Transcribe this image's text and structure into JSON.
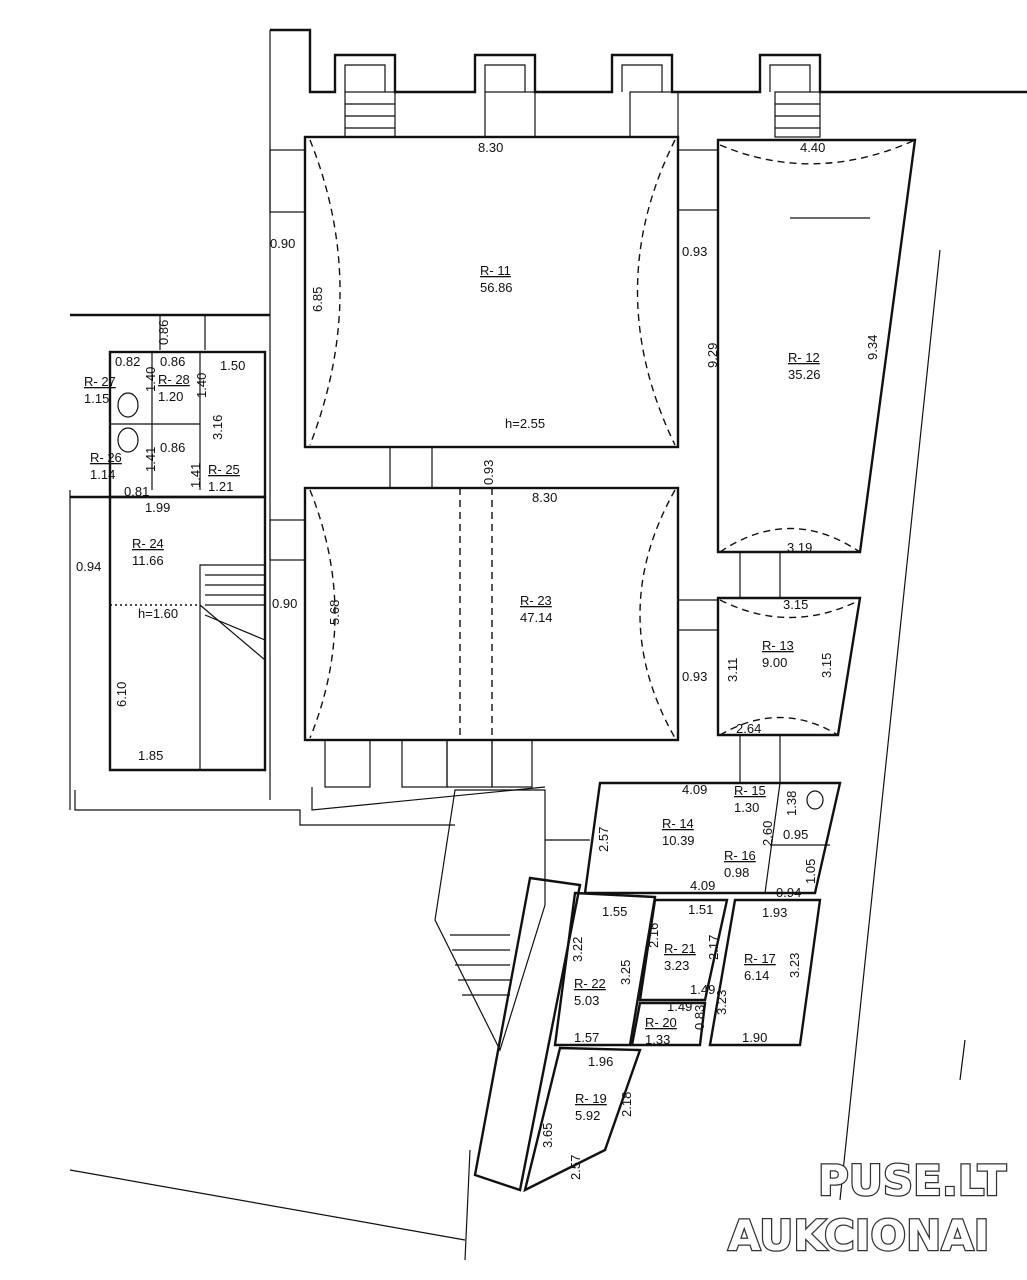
{
  "watermark": {
    "line1": "PUSE.LT",
    "line2": "AUKCIONAI"
  },
  "rooms": [
    {
      "id": "R- 11",
      "area": "56.86"
    },
    {
      "id": "R- 12",
      "area": "35.26"
    },
    {
      "id": "R- 13",
      "area": "9.00"
    },
    {
      "id": "R- 23",
      "area": "47.14"
    },
    {
      "id": "R- 24",
      "area": "11.66"
    },
    {
      "id": "R- 27",
      "area": "1.15"
    },
    {
      "id": "R- 28",
      "area": "1.20"
    },
    {
      "id": "R- 26",
      "area": "1.14"
    },
    {
      "id": "R- 25",
      "area": "1.21"
    },
    {
      "id": "R- 14",
      "area": "10.39"
    },
    {
      "id": "R- 15",
      "area": "1.30"
    },
    {
      "id": "R- 16",
      "area": "0.98"
    },
    {
      "id": "R- 17",
      "area": "6.14"
    },
    {
      "id": "R- 21",
      "area": "3.23"
    },
    {
      "id": "R- 22",
      "area": "5.03"
    },
    {
      "id": "R- 20",
      "area": "1.33"
    },
    {
      "id": "R- 19",
      "area": "5.92"
    }
  ],
  "dimensions": [
    "8.30",
    "0.90",
    "0.93",
    "6.85",
    "h=2.55",
    "4.40",
    "9.29",
    "9.34",
    "3.19",
    "0.86",
    "0.82",
    "0.86",
    "1.50",
    "1.40",
    "1.40",
    "3.16",
    "0.86",
    "1.41",
    "1.41",
    "0.81",
    "1.99",
    "0.93",
    "8.30",
    "0.94",
    "h=1.60",
    "0.90",
    "5.68",
    "6.10",
    "1.85",
    "3.15",
    "3.11",
    "3.15",
    "0.93",
    "2.64",
    "4.09",
    "2.57",
    "1.38",
    "2.60",
    "0.95",
    "1.05",
    "4.09",
    "0.94",
    "1.55",
    "1.51",
    "1.93",
    "3.22",
    "2.16",
    "2.17",
    "3.25",
    "1.49",
    "3.23",
    "3.23",
    "1.49",
    "0.83",
    "1.57",
    "1.90",
    "1.96",
    "2.18",
    "3.65",
    "2.57"
  ]
}
